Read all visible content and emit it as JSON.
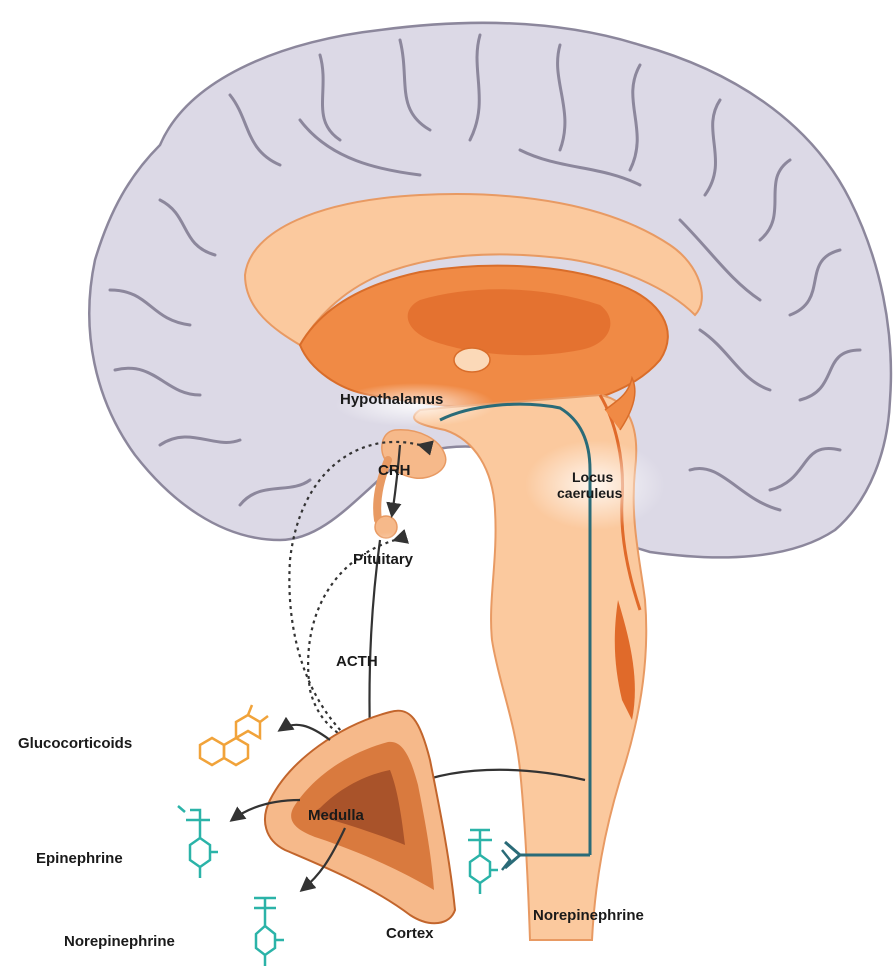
{
  "labels": {
    "hypothalamus": "Hypothalamus",
    "crh": "CRH",
    "pituitary": "Pituitary",
    "acth": "ACTH",
    "locus_line1": "Locus",
    "locus_line2": "caeruleus",
    "glucocorticoids": "Glucocorticoids",
    "medulla": "Medulla",
    "epinephrine": "Epinephrine",
    "norepinephrine_left": "Norepinephrine",
    "cortex": "Cortex",
    "norepinephrine_right": "Norepinephrine"
  },
  "colors": {
    "cortex_fill": "#dcd9e6",
    "cortex_stroke": "#8c879c",
    "brainstem_fill": "#fbc99e",
    "inner_orange": "#f08a45",
    "deep_orange": "#e06a2a",
    "pathway_teal": "#2a6b78",
    "molecule_teal": "#2bb3a8",
    "molecule_orange": "#f1a33a",
    "adrenal_outer": "#f6b98a",
    "adrenal_cortex": "#d97a3e",
    "adrenal_medulla": "#a9532a"
  }
}
